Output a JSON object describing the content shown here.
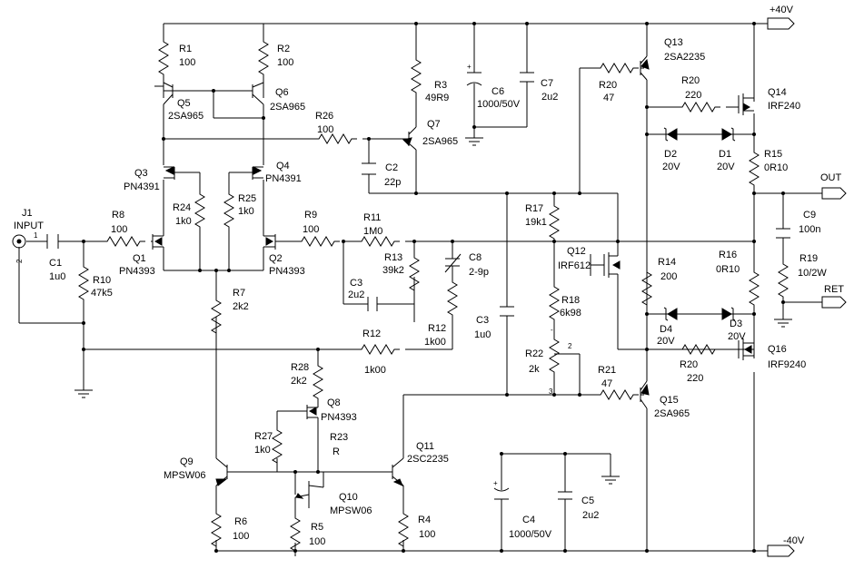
{
  "rails": {
    "pos": "+40V",
    "neg": "-40V",
    "out": "OUT",
    "ret": "RET"
  },
  "connector": {
    "ref": "J1",
    "label": "INPUT",
    "pin1": "1",
    "pin2": "2"
  },
  "parts": {
    "R1": {
      "ref": "R1",
      "value": "100"
    },
    "R2": {
      "ref": "R2",
      "value": "100"
    },
    "Q5": {
      "ref": "Q5",
      "value": "2SA965"
    },
    "Q6": {
      "ref": "Q6",
      "value": "2SA965"
    },
    "R26": {
      "ref": "R26",
      "value": "100"
    },
    "R3": {
      "ref": "R3",
      "value": "49R9"
    },
    "Q7": {
      "ref": "Q7",
      "value": "2SA965"
    },
    "C6": {
      "ref": "C6",
      "value": "1000/50V"
    },
    "C7": {
      "ref": "C7",
      "value": "2u2"
    },
    "Q13": {
      "ref": "Q13",
      "value": "2SA2235"
    },
    "R20a": {
      "ref": "R20",
      "value": "47"
    },
    "R20b": {
      "ref": "R20",
      "value": "220"
    },
    "Q14": {
      "ref": "Q14",
      "value": "IRF240"
    },
    "Q3": {
      "ref": "Q3",
      "value": "PN4391"
    },
    "Q4": {
      "ref": "Q4",
      "value": "PN4391"
    },
    "R24": {
      "ref": "R24",
      "value": "1k0"
    },
    "R25": {
      "ref": "R25",
      "value": "1k0"
    },
    "C2": {
      "ref": "C2",
      "value": "22p"
    },
    "D2": {
      "ref": "D2",
      "value": "20V"
    },
    "D1": {
      "ref": "D1",
      "value": "20V"
    },
    "R15": {
      "ref": "R15",
      "value": "0R10"
    },
    "R8": {
      "ref": "R8",
      "value": "100"
    },
    "R9": {
      "ref": "R9",
      "value": "100"
    },
    "R11": {
      "ref": "R11",
      "value": "1M0"
    },
    "R17": {
      "ref": "R17",
      "value": "19k1"
    },
    "C9": {
      "ref": "C9",
      "value": "100n"
    },
    "C1": {
      "ref": "C1",
      "value": "1u0"
    },
    "Q1": {
      "ref": "Q1",
      "value": "PN4393"
    },
    "Q2": {
      "ref": "Q2",
      "value": "PN4393"
    },
    "R13": {
      "ref": "R13",
      "value": "39k2"
    },
    "C8": {
      "ref": "C8",
      "value": "2-9p"
    },
    "Q12": {
      "ref": "Q12",
      "value": "IRF612"
    },
    "R14": {
      "ref": "R14",
      "value": "200"
    },
    "R16": {
      "ref": "R16",
      "value": "0R10"
    },
    "R19": {
      "ref": "R19",
      "value": "10/2W"
    },
    "R10": {
      "ref": "R10",
      "value": "47k5"
    },
    "R7": {
      "ref": "R7",
      "value": "2k2"
    },
    "C3a": {
      "ref": "C3",
      "value": "2u2"
    },
    "R18": {
      "ref": "R18",
      "value": "6k98"
    },
    "D4": {
      "ref": "D4",
      "value": "20V"
    },
    "D3": {
      "ref": "D3",
      "value": "20V"
    },
    "R12a": {
      "ref": "R12",
      "value": "1k00"
    },
    "R12b": {
      "ref": "R12",
      "value": "1k00"
    },
    "C3b": {
      "ref": "C3",
      "value": "1u0"
    },
    "R22": {
      "ref": "R22",
      "value": "2k"
    },
    "R20c": {
      "ref": "R20",
      "value": "220"
    },
    "Q16": {
      "ref": "Q16",
      "value": "IRF9240"
    },
    "R28": {
      "ref": "R28",
      "value": "2k2"
    },
    "R21": {
      "ref": "R21",
      "value": "47"
    },
    "Q8": {
      "ref": "Q8",
      "value": "PN4393"
    },
    "Q15": {
      "ref": "Q15",
      "value": "2SA965"
    },
    "R27": {
      "ref": "R27",
      "value": "1k0"
    },
    "R23": {
      "ref": "R23",
      "value": "R"
    },
    "Q11": {
      "ref": "Q11",
      "value": "2SC2235"
    },
    "Q9": {
      "ref": "Q9",
      "value": "MPSW06"
    },
    "Q10": {
      "ref": "Q10",
      "value": "MPSW06"
    },
    "R6": {
      "ref": "R6",
      "value": "100"
    },
    "R5": {
      "ref": "R5",
      "value": "100"
    },
    "R4": {
      "ref": "R4",
      "value": "100"
    },
    "C4": {
      "ref": "C4",
      "value": "1000/50V"
    },
    "C5": {
      "ref": "C5",
      "value": "2u2"
    }
  },
  "pins": {
    "r22_pin2": "2",
    "r22_pin3": "3",
    "minus": "-",
    "plus": "+"
  }
}
